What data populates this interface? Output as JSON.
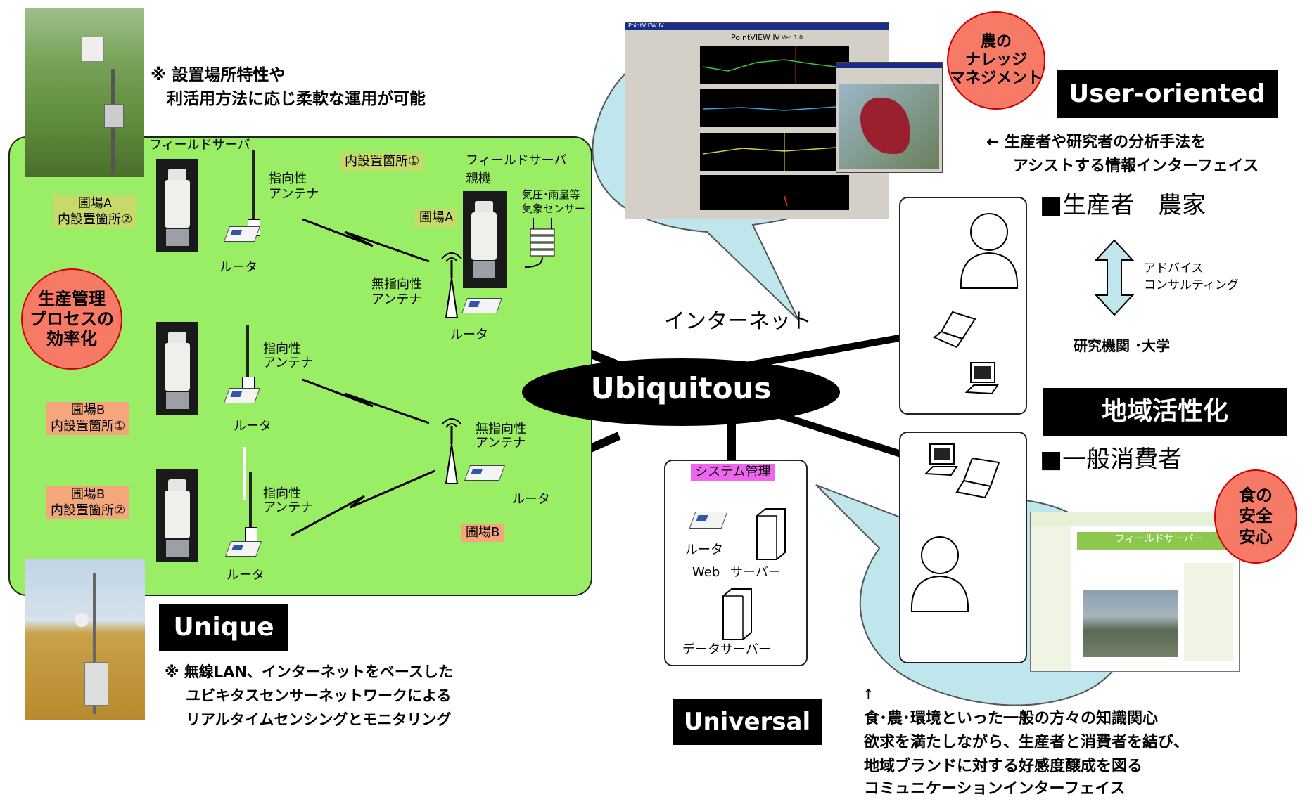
{
  "top_note": {
    "line1": "※ 設置場所特性や",
    "line2": "　利活用方法に応じ柔軟な運用が可能"
  },
  "field": {
    "field_server_label": "フィールドサーバ",
    "internal_site_1": "内設置箇所①",
    "field_server_parent_1": "フィールドサーバ",
    "field_server_parent_2": "親機",
    "weather_sensor_1": "気圧･雨量等",
    "weather_sensor_2": "気象センサー",
    "plot_a": "圃場A",
    "plot_a_site2_1": "圃場A",
    "plot_a_site2_2": "内設置箇所②",
    "plot_b_site1_1": "圃場B",
    "plot_b_site1_2": "内設置箇所①",
    "plot_b_site2_1": "圃場B",
    "plot_b_site2_2": "内設置箇所②",
    "plot_b": "圃場B",
    "directional_1": "指向性",
    "directional_2": "アンテナ",
    "omni_1": "無指向性",
    "omni_2": "アンテナ",
    "router": "ルータ"
  },
  "efficiency_circle": {
    "line1": "生産管理",
    "line2": "プロセスの",
    "line3": "効率化"
  },
  "unique": {
    "title": "Unique",
    "line1": "※ 無線LAN、インターネットをベースした",
    "line2": "ユビキタスセンサーネットワークによる",
    "line3": "リアルタイムセンシングとモニタリング"
  },
  "center": {
    "internet": "インターネット",
    "ubiquitous": "Ubiquitous"
  },
  "system_admin": {
    "title": "システム管理",
    "router": "ルータ",
    "web": "Web",
    "server": "サーバー",
    "data_server": "データサーバー"
  },
  "universal": {
    "title": "Universal"
  },
  "pointview": {
    "window_title": "PointVIEW Ⅳ",
    "app_title": "PointVIEW Ⅳ",
    "version": "Ver. 1.0"
  },
  "knowledge_circle": {
    "line1": "農の",
    "line2": "ナレッジ",
    "line3": "マネジメント"
  },
  "user_oriented": {
    "title": "User-oriented",
    "line1": "← 生産者や研究者の分析手法を",
    "line2": "アシストする情報インターフェイス"
  },
  "producer": {
    "title": "■生産者　農家",
    "advice_1": "アドバイス",
    "advice_2": "コンサルティング",
    "research": "研究機関 ･大学"
  },
  "regional": {
    "title": "地域活性化",
    "consumer": "■一般消費者"
  },
  "food_circle": {
    "line1": "食の",
    "line2": "安全",
    "line3": "安心"
  },
  "website": {
    "brand": "フィールドサーバー"
  },
  "bottom_note": {
    "arrow": "↑",
    "line1": "食･農･環境といった一般の方々の知識関心",
    "line2": "欲求を満たしながら、生産者と消費者を結び、",
    "line3": "地域ブランドに対する好感度醸成を図る",
    "line4": "コミュニケーションインターフェイス"
  },
  "colors": {
    "green_panel": "#99ee66",
    "olive_label": "#c6d96a",
    "salmon_label": "#f4a77c",
    "magenta_label": "#ee66ee",
    "bubble": "#bfe6ec",
    "circle_fill": "#f77a66",
    "circle_border": "#cc0000"
  }
}
